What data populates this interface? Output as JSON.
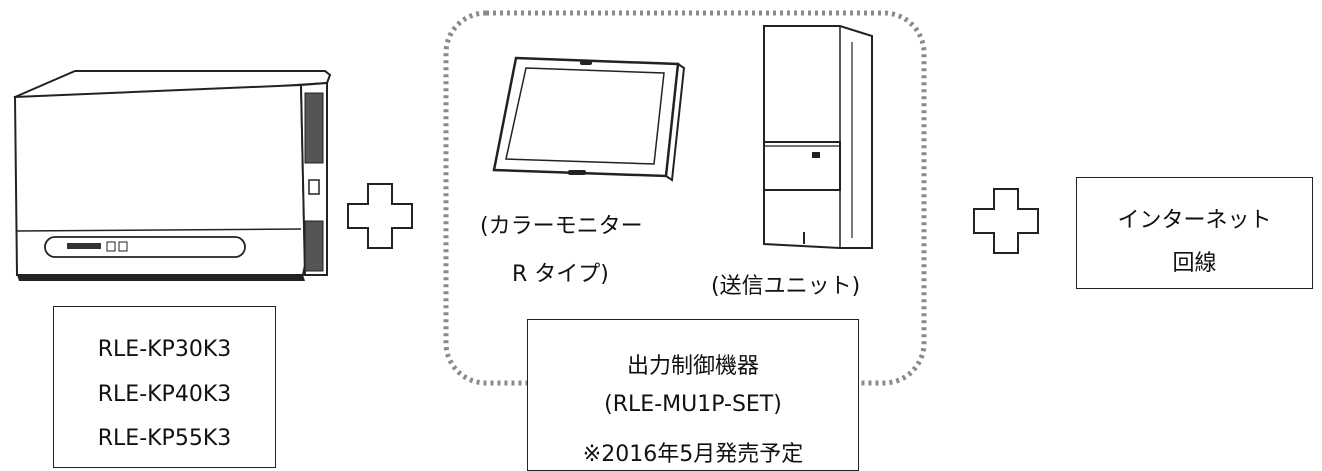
{
  "models": [
    "RLE-KP30K3",
    "RLE-KP40K3",
    "RLE-KP55K3"
  ],
  "monitor_label_line1": "(カラーモニター",
  "monitor_label_line2": "R タイプ)",
  "transmitter_label": "(送信ユニット)",
  "output_control": {
    "name": "出力制御機器",
    "code": "(RLE-MU1P-SET)",
    "note": "※2016年5月発売予定"
  },
  "internet": {
    "line1": "インターネット",
    "line2": "回線"
  },
  "colors": {
    "line": "#222222",
    "dotted_border": "#8a8a8a"
  }
}
